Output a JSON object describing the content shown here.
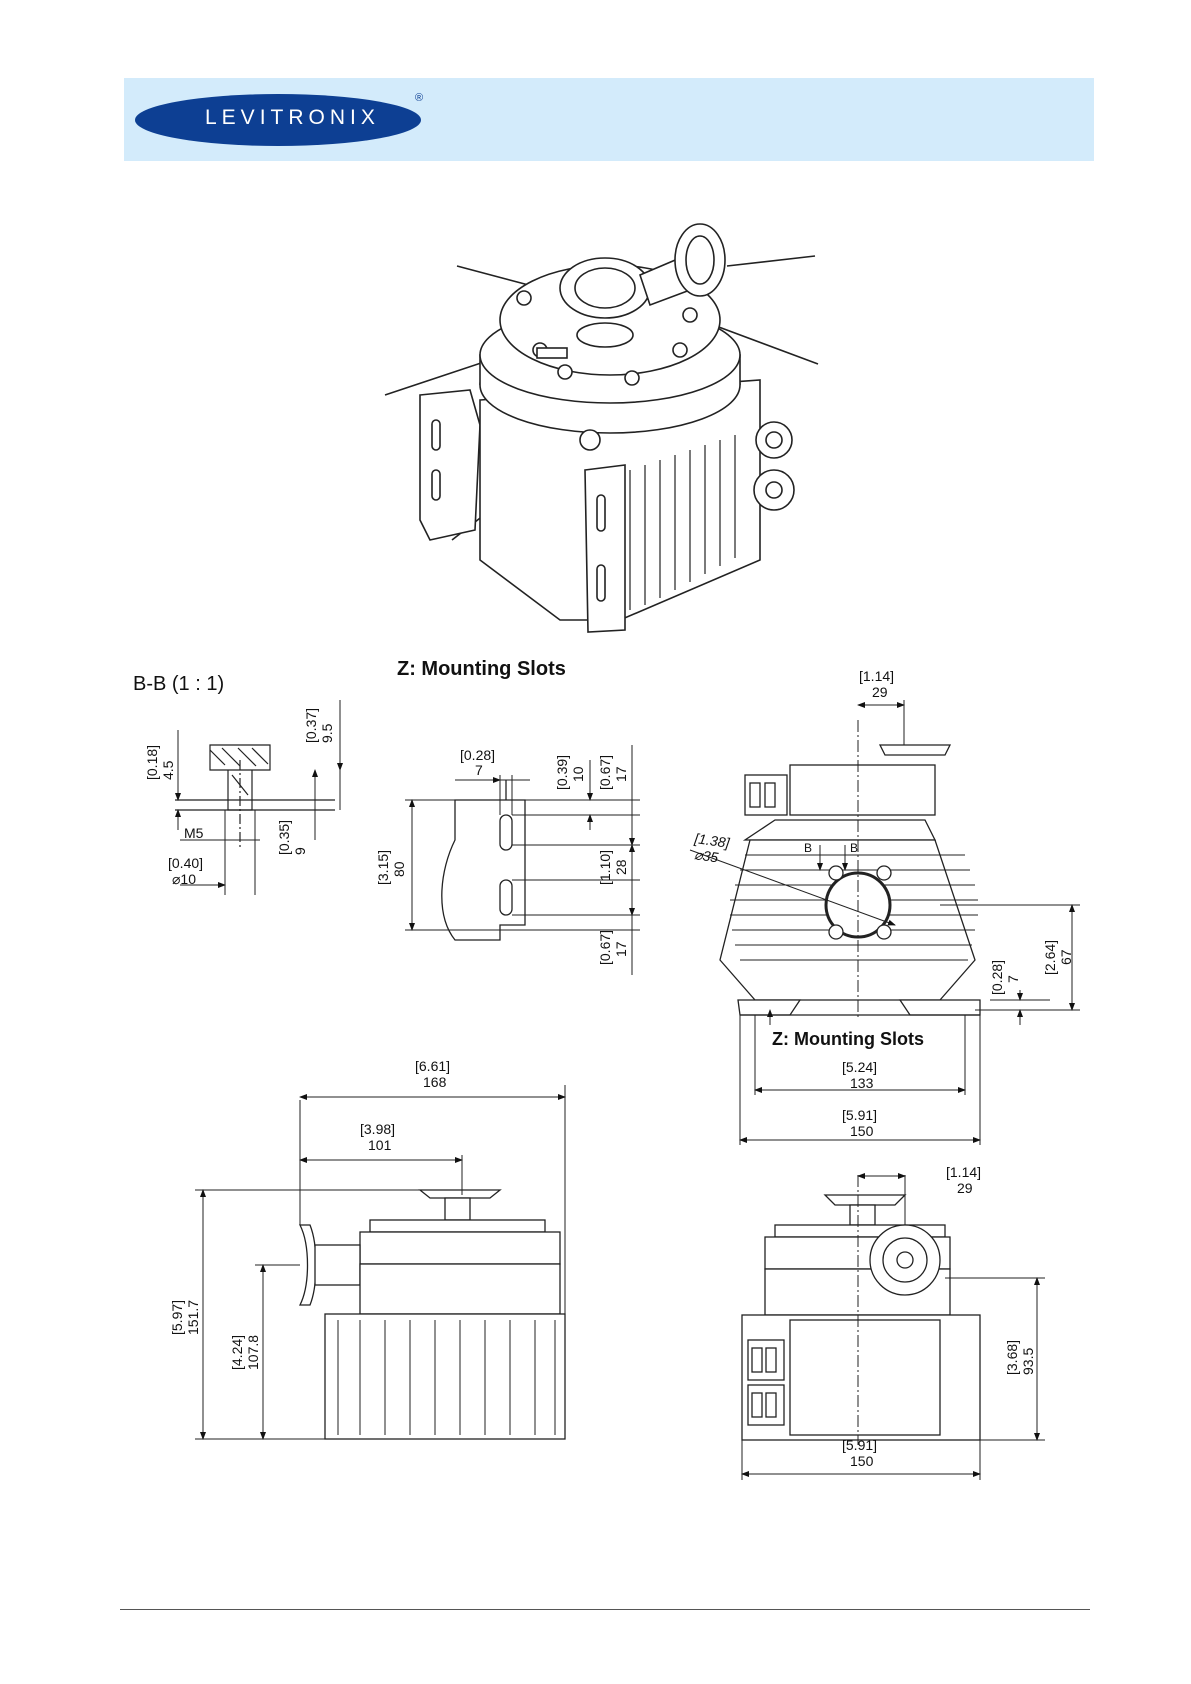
{
  "header": {
    "logo_text": "LEVITRONIX",
    "registered_mark": "®",
    "band_color": "#d3ebfb",
    "logo_color": "#0d3f93"
  },
  "section_bb": {
    "title": "B-B  (1 : 1)"
  },
  "section_z": {
    "title": "Z: Mounting Slots"
  },
  "front_view": {
    "slots_label": "Z: Mounting Slots",
    "section_mark": "B"
  },
  "dimensions": {
    "bb_045": {
      "inch": "0.18",
      "mm": "4.5"
    },
    "bb_095": {
      "inch": "0.37",
      "mm": "9.5"
    },
    "bb_thread": "M5",
    "bb_09": {
      "inch": "0.35",
      "mm": "9"
    },
    "bb_dia10": {
      "inch": "0.40",
      "mm": "⌀10"
    },
    "z_7": {
      "inch": "0.28",
      "mm": "7"
    },
    "z_10": {
      "inch": "0.39",
      "mm": "10"
    },
    "z_17a": {
      "inch": "0.67",
      "mm": "17"
    },
    "z_80": {
      "inch": "3.15",
      "mm": "80"
    },
    "z_28": {
      "inch": "1.10",
      "mm": "28"
    },
    "z_17b": {
      "inch": "0.67",
      "mm": "17"
    },
    "f_29": {
      "inch": "1.14",
      "mm": "29"
    },
    "f_dia35": {
      "inch": "1.38",
      "mm": "⌀35"
    },
    "f_7": {
      "inch": "0.28",
      "mm": "7"
    },
    "f_67": {
      "inch": "2.64",
      "mm": "67"
    },
    "f_133": {
      "inch": "5.24",
      "mm": "133"
    },
    "f_150": {
      "inch": "5.91",
      "mm": "150"
    },
    "s_168": {
      "inch": "6.61",
      "mm": "168"
    },
    "s_101": {
      "inch": "3.98",
      "mm": "101"
    },
    "s_1517": {
      "inch": "5.97",
      "mm": "151.7"
    },
    "s_1078": {
      "inch": "4.24",
      "mm": "107.8"
    },
    "t_29": {
      "inch": "1.14",
      "mm": "29"
    },
    "t_935": {
      "inch": "3.68",
      "mm": "93.5"
    },
    "t_150": {
      "inch": "5.91",
      "mm": "150"
    }
  }
}
